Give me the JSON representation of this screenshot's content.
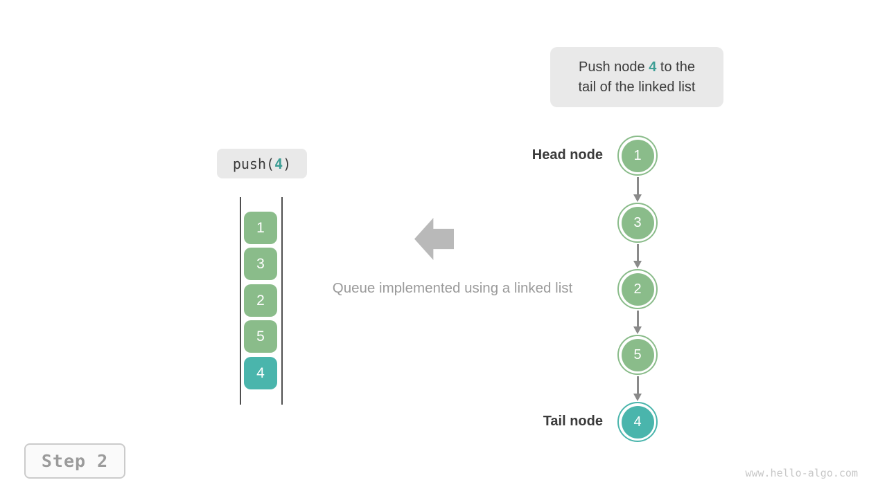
{
  "colors": {
    "node_green": "#8abc8a",
    "node_teal": "#4ab5ac",
    "highlight_teal_text": "#3d9e95",
    "callout_bg": "#e9e9e9",
    "dark_text": "#3b3b3b",
    "caption_gray": "#9a9a9a",
    "big_arrow_gray": "#b9b9b9",
    "link_arrow_gray": "#8a8a8a",
    "watermark_gray": "#c8c8c8"
  },
  "callout": {
    "line1_prefix": "Push node ",
    "line1_value": "4",
    "line1_suffix": " to the",
    "line2": "tail of the linked list"
  },
  "operation": {
    "prefix": "push(",
    "value": "4",
    "suffix": ")"
  },
  "queue_stack": {
    "items": [
      {
        "value": "1",
        "color": "green"
      },
      {
        "value": "3",
        "color": "green"
      },
      {
        "value": "2",
        "color": "green"
      },
      {
        "value": "5",
        "color": "green"
      },
      {
        "value": "4",
        "color": "teal"
      }
    ]
  },
  "caption": "Queue implemented using a linked list",
  "linked_list": {
    "head_label": "Head node",
    "tail_label": "Tail node",
    "nodes": [
      {
        "value": "1",
        "color": "green"
      },
      {
        "value": "3",
        "color": "green"
      },
      {
        "value": "2",
        "color": "green"
      },
      {
        "value": "5",
        "color": "green"
      },
      {
        "value": "4",
        "color": "teal"
      }
    ]
  },
  "step_badge": "Step 2",
  "watermark": "www.hello-algo.com"
}
